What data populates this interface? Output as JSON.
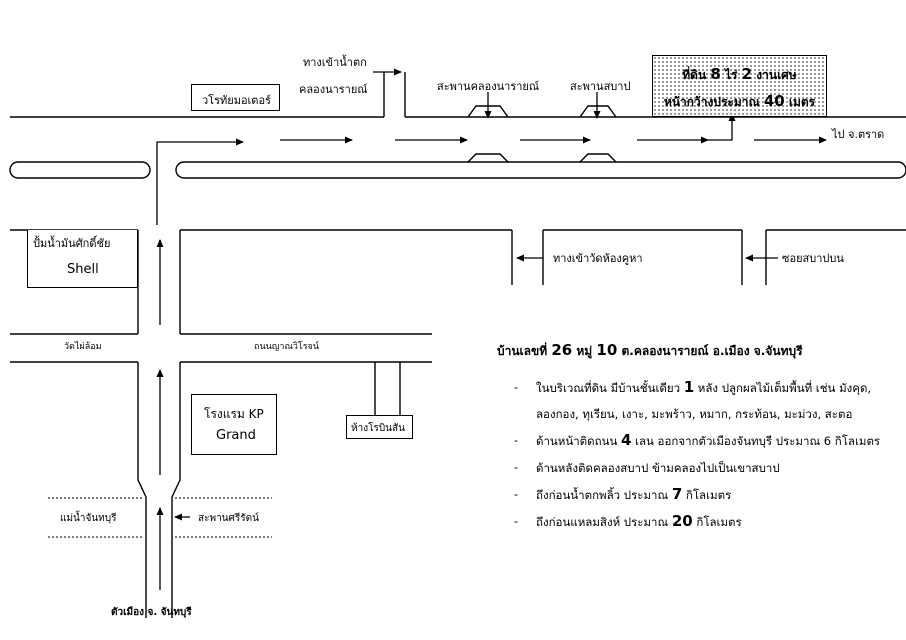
{
  "land": {
    "line1_prefix": "ที่ดิน",
    "line1_rai": "8",
    "line1_mid": "ไร่",
    "line1_ngan": "2",
    "line1_suffix": "งานเศษ",
    "line2_prefix": "หน้ากว้างประมาณ",
    "line2_width": "40",
    "line2_suffix": "เมตร"
  },
  "labels": {
    "waterfall_line1": "ทางเข้าน้ำตก",
    "waterfall_line2": "คลองนารายณ์",
    "bridge_narai": "สะพานคลองนารายณ์",
    "bridge_sabap": "สะพานสบาป",
    "to_trat": "ไป จ.ตราด",
    "wat_hong_kuha": "ทางเข้าวัดห้องคูหา",
    "soi_sabap": "ซอยสบาปบน",
    "wat_phai_lom": "วัดไผ่ล้อม",
    "thanon_yan": "ถนนญาณวิโรจน์",
    "river": "แม่น้ำจันทบุรี",
    "bridge_sri": "สะพานศรีรัตน์",
    "city": "ตัวเมือง จ. จันทบุรี"
  },
  "boxes": {
    "worachai": "วโรทัยมอเตอร์",
    "gas_station": "ปั้มน้ำมันศักดิ์ชัย",
    "shell": "Shell",
    "hotel_line1": "โรงแรม KP",
    "hotel_line2": "Grand",
    "robinson": "ห้างโรบินสัน"
  },
  "address": {
    "prefix": "บ้านเลขที่",
    "number": "26",
    "moo": "หมู่",
    "moo_no": "10",
    "rest": "ต.คลองนารายณ์ อ.เมือง จ.จันทบุรี"
  },
  "details": [
    {
      "a": "ในบริเวณที่ดิน มีบ้านชั้นเดียว ",
      "n": "1",
      "b": " หลัง ปลูกผลไม้เต็มพื้นที่ เช่น มังคุด, ลองกอง, ทุเรียน, เงาะ, มะพร้าว, หมาก, กระท้อน, มะม่วง, สะตอ"
    },
    {
      "a": "ด้านหน้าติดถนน ",
      "n": "4",
      "b": " เลน ออกจากตัวเมืองจันทบุรี ประมาณ 6 กิโลเมตร"
    },
    {
      "a": "ด้านหลังติดคลองสบาป ข้ามคลองไปเป็นเขาสบาป",
      "n": "",
      "b": ""
    },
    {
      "a": "ถึงก่อนน้ำตกพลิ้ว ประมาณ ",
      "n": "7",
      "b": " กิโลเมตร"
    },
    {
      "a": "ถึงก่อนแหลมสิงห์ ประมาณ ",
      "n": "20",
      "b": " กิโลเมตร"
    }
  ]
}
